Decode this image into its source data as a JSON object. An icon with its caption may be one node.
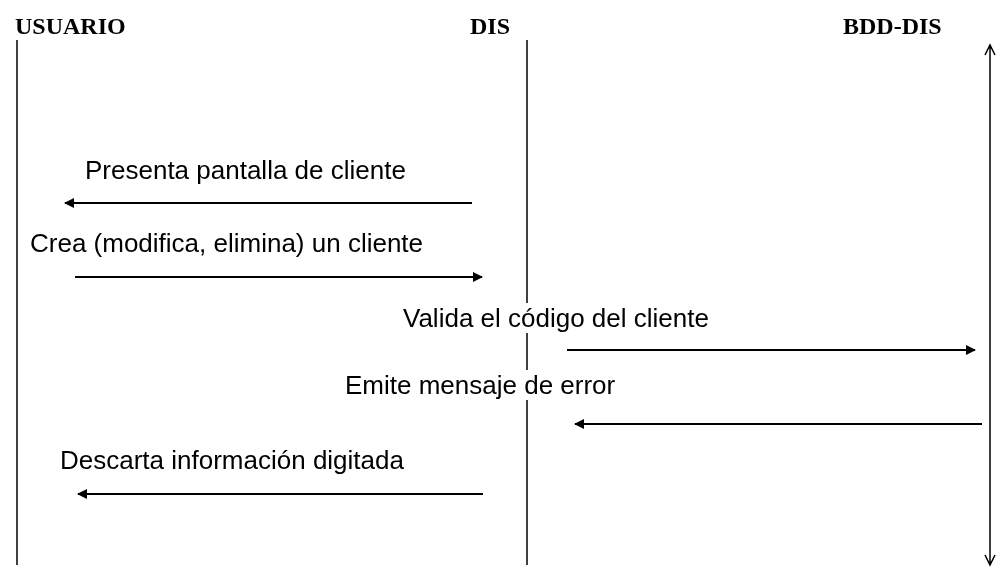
{
  "diagram": {
    "nodes": [
      {
        "text": [
          "USUARIO"
        ]
      },
      {
        "text": [
          "DIS"
        ]
      },
      {
        "text": [
          "BDD-DIS"
        ]
      }
    ],
    "edges": [
      {
        "from": 1,
        "to": 0,
        "arrow": "to",
        "label": "Presenta pantalla de cliente"
      },
      {
        "from": 0,
        "to": 1,
        "arrow": "to",
        "label": "Crea (modifica, elimina) un cliente"
      },
      {
        "from": 1,
        "to": 2,
        "arrow": "to",
        "label": "Valida el código del cliente"
      },
      {
        "from": 2,
        "to": 1,
        "arrow": "to",
        "label": "Emite mensaje de error"
      },
      {
        "from": 1,
        "to": 0,
        "arrow": "to",
        "label": "Descarta información digitada"
      }
    ]
  }
}
